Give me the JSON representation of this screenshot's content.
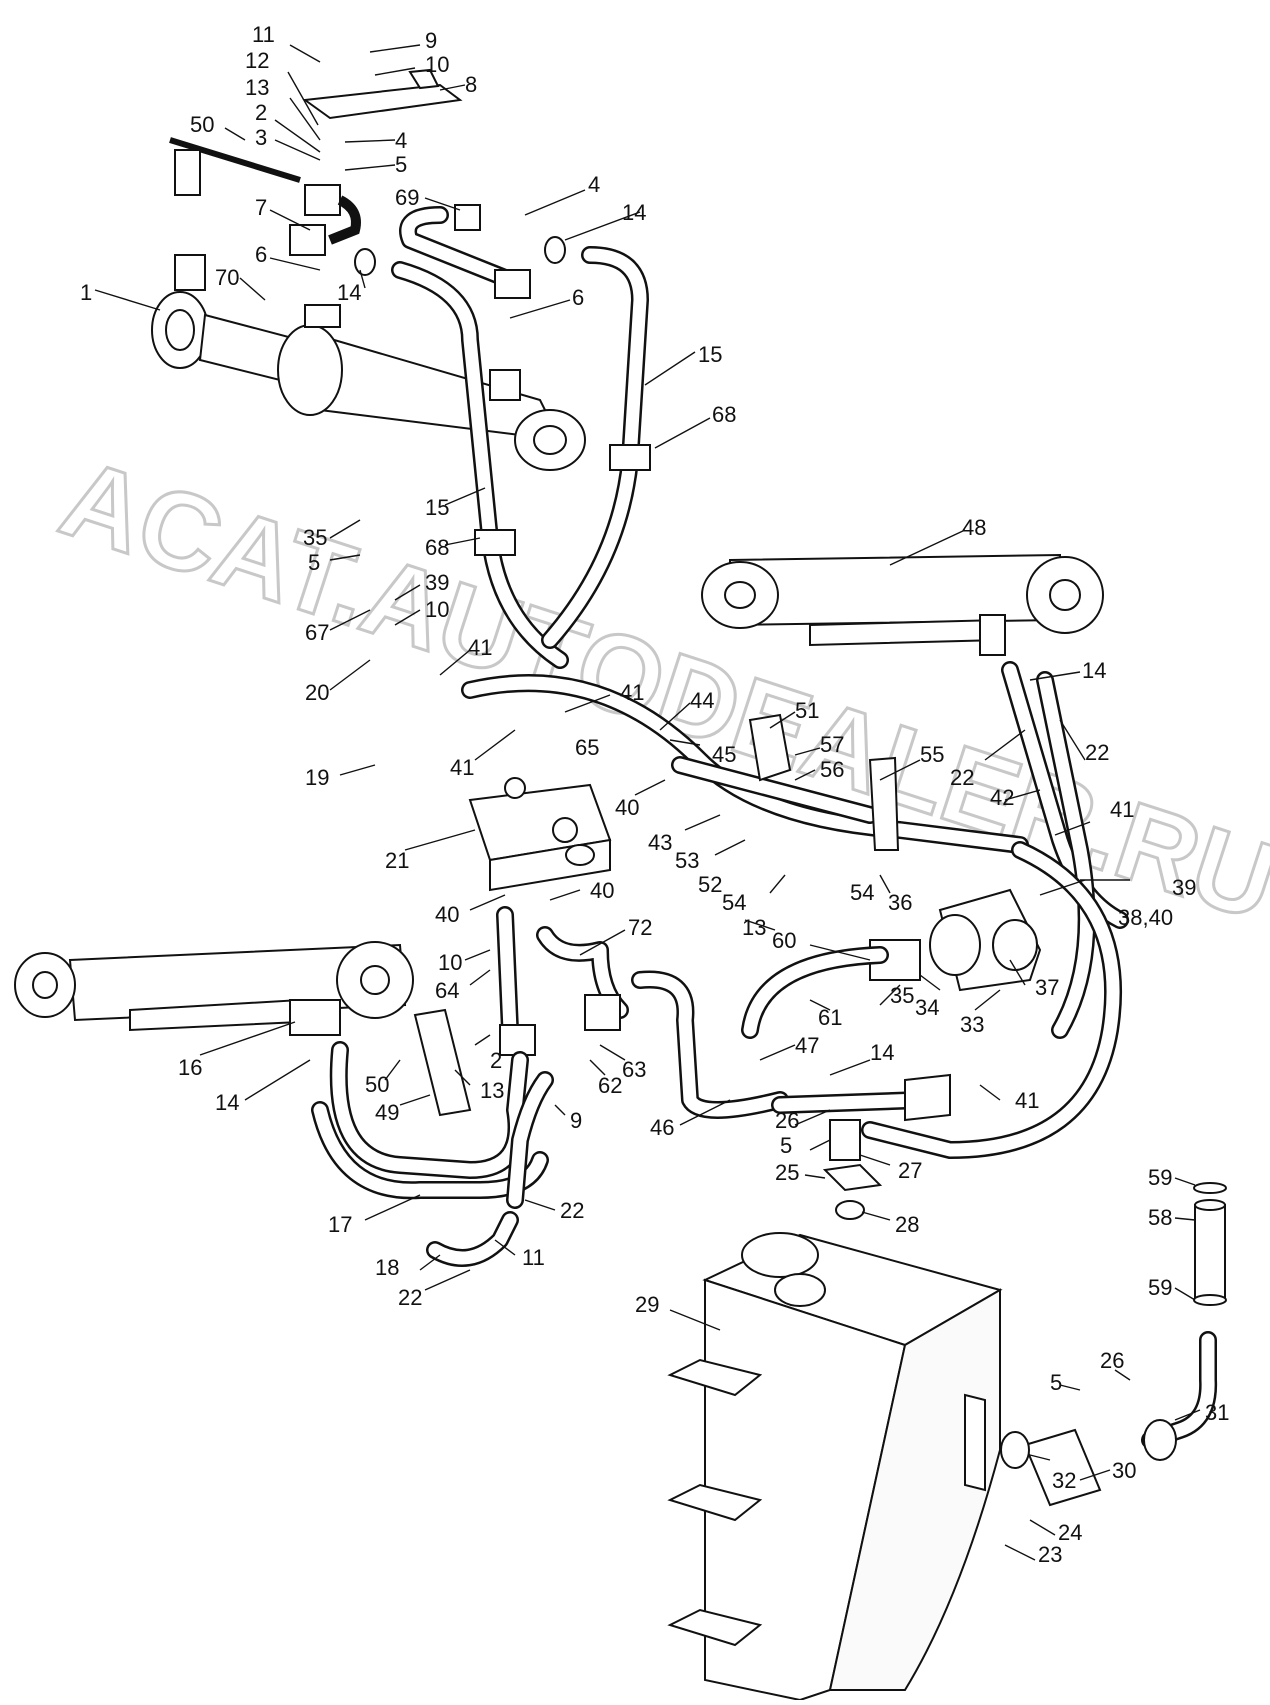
{
  "watermark": "ACAT.AUTODEALER.RU",
  "callouts": [
    {
      "id": "c11a",
      "text": "11"
    },
    {
      "id": "c9a",
      "text": "9"
    },
    {
      "id": "c12",
      "text": "12"
    },
    {
      "id": "c10a",
      "text": "10"
    },
    {
      "id": "c8",
      "text": "8"
    },
    {
      "id": "c13a",
      "text": "13"
    },
    {
      "id": "c50a",
      "text": "50"
    },
    {
      "id": "c2a",
      "text": "2"
    },
    {
      "id": "c3",
      "text": "3"
    },
    {
      "id": "c4a",
      "text": "4"
    },
    {
      "id": "c5a",
      "text": "5"
    },
    {
      "id": "c7",
      "text": "7"
    },
    {
      "id": "c69",
      "text": "69"
    },
    {
      "id": "c4b",
      "text": "4"
    },
    {
      "id": "c14a",
      "text": "14"
    },
    {
      "id": "c6a",
      "text": "6"
    },
    {
      "id": "c70",
      "text": "70"
    },
    {
      "id": "c1",
      "text": "1"
    },
    {
      "id": "c14b",
      "text": "14"
    },
    {
      "id": "c6b",
      "text": "6"
    },
    {
      "id": "c15a",
      "text": "15"
    },
    {
      "id": "c68a",
      "text": "68"
    },
    {
      "id": "c15b",
      "text": "15"
    },
    {
      "id": "c68b",
      "text": "68"
    },
    {
      "id": "c35a",
      "text": "35"
    },
    {
      "id": "c5b",
      "text": "5"
    },
    {
      "id": "c48",
      "text": "48"
    },
    {
      "id": "c39a",
      "text": "39"
    },
    {
      "id": "c10b",
      "text": "10"
    },
    {
      "id": "c67",
      "text": "67"
    },
    {
      "id": "c41a",
      "text": "41"
    },
    {
      "id": "c20",
      "text": "20"
    },
    {
      "id": "c14c",
      "text": "14"
    },
    {
      "id": "c41b",
      "text": "41"
    },
    {
      "id": "c44",
      "text": "44"
    },
    {
      "id": "c51",
      "text": "51"
    },
    {
      "id": "c22a",
      "text": "22"
    },
    {
      "id": "c22b",
      "text": "22"
    },
    {
      "id": "c57",
      "text": "57"
    },
    {
      "id": "c41c",
      "text": "41"
    },
    {
      "id": "c65",
      "text": "65"
    },
    {
      "id": "c45",
      "text": "45"
    },
    {
      "id": "c56",
      "text": "56"
    },
    {
      "id": "c55",
      "text": "55"
    },
    {
      "id": "c19",
      "text": "19"
    },
    {
      "id": "c40a",
      "text": "40"
    },
    {
      "id": "c42",
      "text": "42"
    },
    {
      "id": "c41d",
      "text": "41"
    },
    {
      "id": "c43",
      "text": "43"
    },
    {
      "id": "c53",
      "text": "53"
    },
    {
      "id": "c21",
      "text": "21"
    },
    {
      "id": "c52",
      "text": "52"
    },
    {
      "id": "c39b",
      "text": "39"
    },
    {
      "id": "c54a",
      "text": "54"
    },
    {
      "id": "c54b",
      "text": "54"
    },
    {
      "id": "c36",
      "text": "36"
    },
    {
      "id": "c38_40",
      "text": "38,40"
    },
    {
      "id": "c40b",
      "text": "40"
    },
    {
      "id": "c40c",
      "text": "40"
    },
    {
      "id": "c13b",
      "text": "13"
    },
    {
      "id": "c72",
      "text": "72"
    },
    {
      "id": "c60",
      "text": "60"
    },
    {
      "id": "c10c",
      "text": "10"
    },
    {
      "id": "c64",
      "text": "64"
    },
    {
      "id": "c35b",
      "text": "35"
    },
    {
      "id": "c34",
      "text": "34"
    },
    {
      "id": "c37",
      "text": "37"
    },
    {
      "id": "c61",
      "text": "61"
    },
    {
      "id": "c33",
      "text": "33"
    },
    {
      "id": "c16",
      "text": "16"
    },
    {
      "id": "c2b",
      "text": "2"
    },
    {
      "id": "c63",
      "text": "63"
    },
    {
      "id": "c62",
      "text": "62"
    },
    {
      "id": "c47",
      "text": "47"
    },
    {
      "id": "c14d",
      "text": "14"
    },
    {
      "id": "c14e",
      "text": "14"
    },
    {
      "id": "c50b",
      "text": "50"
    },
    {
      "id": "c13c",
      "text": "13"
    },
    {
      "id": "c49",
      "text": "49"
    },
    {
      "id": "c9b",
      "text": "9"
    },
    {
      "id": "c46",
      "text": "46"
    },
    {
      "id": "c26a",
      "text": "26"
    },
    {
      "id": "c41e",
      "text": "41"
    },
    {
      "id": "c5c",
      "text": "5"
    },
    {
      "id": "c27",
      "text": "27"
    },
    {
      "id": "c59a",
      "text": "59"
    },
    {
      "id": "c25",
      "text": "25"
    },
    {
      "id": "c58",
      "text": "58"
    },
    {
      "id": "c17",
      "text": "17"
    },
    {
      "id": "c22c",
      "text": "22"
    },
    {
      "id": "c28",
      "text": "28"
    },
    {
      "id": "c18",
      "text": "18"
    },
    {
      "id": "c11b",
      "text": "11"
    },
    {
      "id": "c22d",
      "text": "22"
    },
    {
      "id": "c29",
      "text": "29"
    },
    {
      "id": "c59b",
      "text": "59"
    },
    {
      "id": "c26b",
      "text": "26"
    },
    {
      "id": "c5d",
      "text": "5"
    },
    {
      "id": "c31",
      "text": "31"
    },
    {
      "id": "c32",
      "text": "32"
    },
    {
      "id": "c30",
      "text": "30"
    },
    {
      "id": "c24",
      "text": "24"
    },
    {
      "id": "c23",
      "text": "23"
    }
  ]
}
